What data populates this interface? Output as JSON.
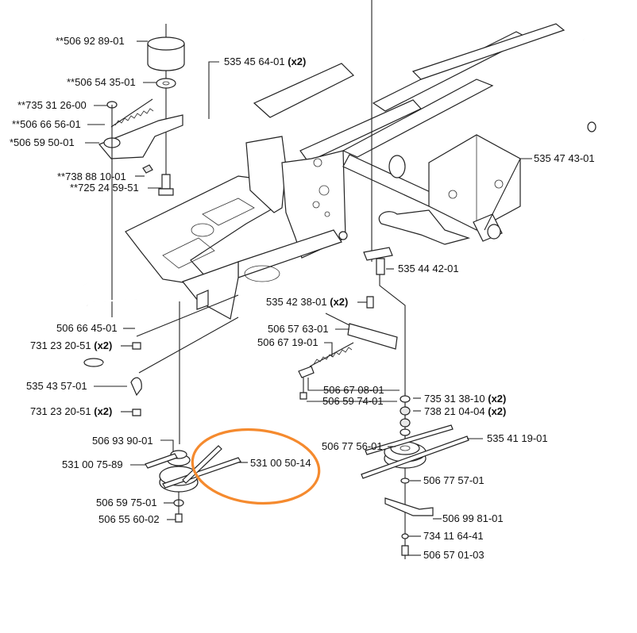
{
  "diagram": {
    "highlight_color": "#f58a2e",
    "highlighted_part": "531 00 50-14",
    "labels": [
      {
        "id": "p1",
        "num": "**506 92 89-01",
        "qty": ""
      },
      {
        "id": "p2",
        "num": "**506 54 35-01",
        "qty": ""
      },
      {
        "id": "p3",
        "num": "**735 31 26-00",
        "qty": ""
      },
      {
        "id": "p4",
        "num": "**506 66 56-01",
        "qty": ""
      },
      {
        "id": "p5",
        "num": "*506 59 50-01",
        "qty": ""
      },
      {
        "id": "p6",
        "num": "**738 88 10-01",
        "qty": ""
      },
      {
        "id": "p7",
        "num": "**725 24 59-51",
        "qty": ""
      },
      {
        "id": "p8",
        "num": "535 45 64-01",
        "qty": "(x2)"
      },
      {
        "id": "p9",
        "num": "535 47 43-01",
        "qty": ""
      },
      {
        "id": "p10",
        "num": "535 44 42-01",
        "qty": ""
      },
      {
        "id": "p11",
        "num": "535 42 38-01",
        "qty": "(x2)"
      },
      {
        "id": "p12",
        "num": "506 57 63-01",
        "qty": ""
      },
      {
        "id": "p13",
        "num": "506 67 19-01",
        "qty": ""
      },
      {
        "id": "p14",
        "num": "506 67 08-01",
        "qty": ""
      },
      {
        "id": "p15",
        "num": "506 59 74-01",
        "qty": ""
      },
      {
        "id": "p16",
        "num": "506 66 45-01",
        "qty": ""
      },
      {
        "id": "p17",
        "num": "731 23 20-51",
        "qty": "(x2)"
      },
      {
        "id": "p18",
        "num": "535 43 57-01",
        "qty": ""
      },
      {
        "id": "p19",
        "num": "731 23 20-51",
        "qty": "(x2)"
      },
      {
        "id": "p20",
        "num": "735 31 38-10",
        "qty": "(x2)"
      },
      {
        "id": "p21",
        "num": "738 21 04-04",
        "qty": "(x2)"
      },
      {
        "id": "p22",
        "num": "506 77 56-01",
        "qty": ""
      },
      {
        "id": "p23",
        "num": "535 41 19-01",
        "qty": ""
      },
      {
        "id": "p24",
        "num": "506 77 57-01",
        "qty": ""
      },
      {
        "id": "p25",
        "num": "506 99 81-01",
        "qty": ""
      },
      {
        "id": "p26",
        "num": "734 11 64-41",
        "qty": ""
      },
      {
        "id": "p27",
        "num": "506 57 01-03",
        "qty": ""
      },
      {
        "id": "p28",
        "num": "506 93 90-01",
        "qty": ""
      },
      {
        "id": "p29",
        "num": "531 00 75-89",
        "qty": ""
      },
      {
        "id": "p30",
        "num": "531 00 50-14",
        "qty": ""
      },
      {
        "id": "p31",
        "num": "506 59 75-01",
        "qty": ""
      },
      {
        "id": "p32",
        "num": "506 55 60-02",
        "qty": ""
      }
    ]
  }
}
